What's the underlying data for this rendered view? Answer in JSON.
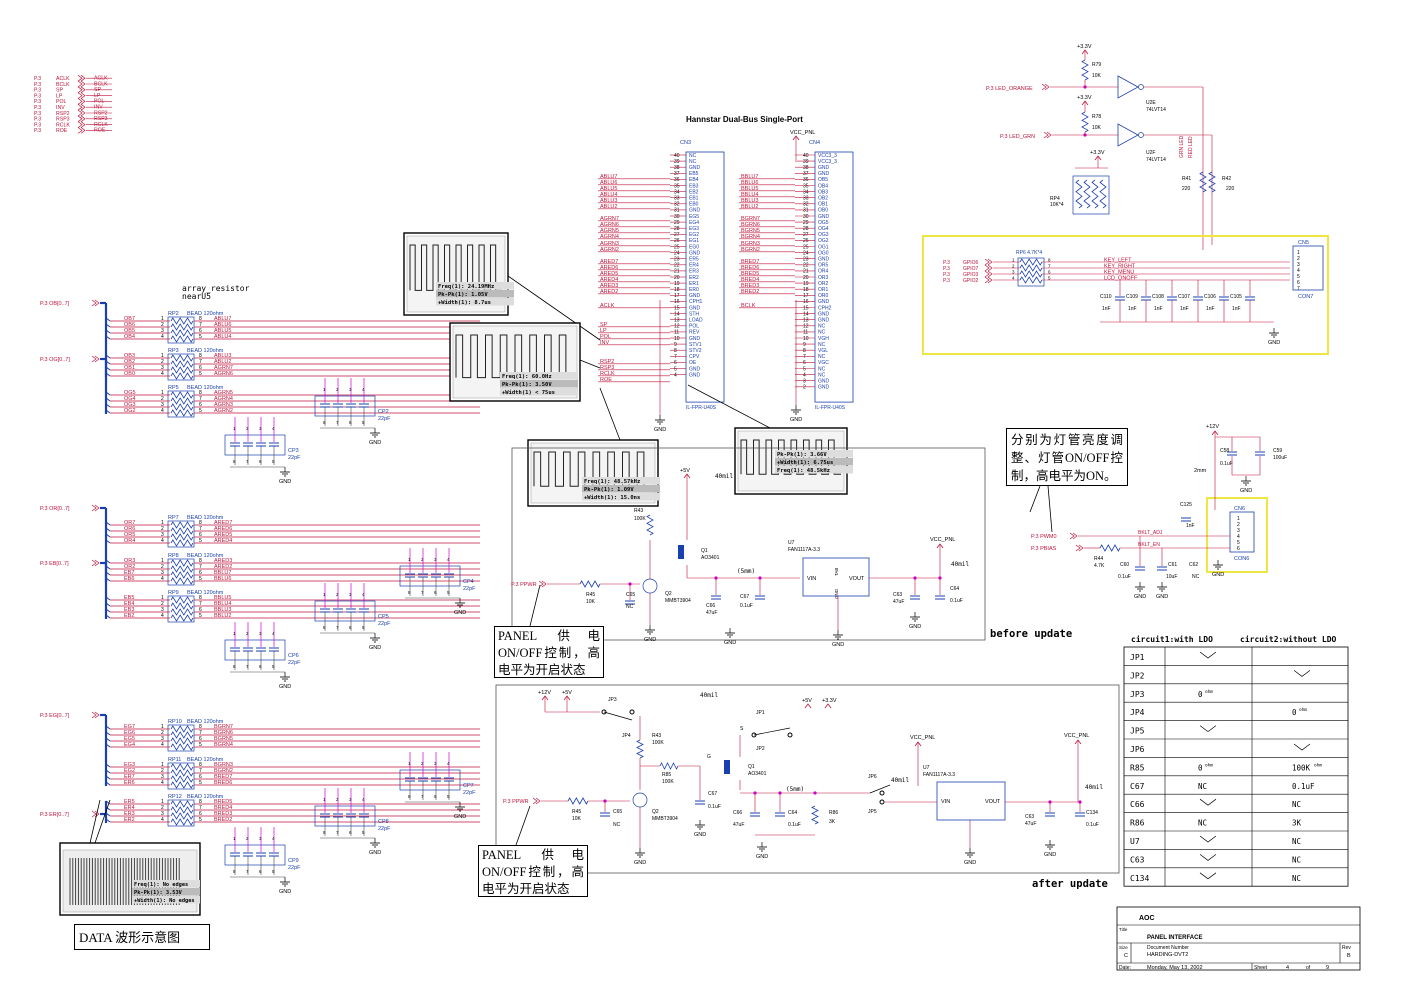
{
  "title": "Hannstar Dual-Bus Single-Port",
  "top_left_signals": [
    {
      "page": "P.3",
      "name": "ACLK",
      "bus": "ACLK"
    },
    {
      "page": "P.3",
      "name": "BCLK",
      "bus": "BCLK"
    },
    {
      "page": "P.3",
      "name": "SP",
      "bus": "SP"
    },
    {
      "page": "P.3",
      "name": "LP",
      "bus": "LP"
    },
    {
      "page": "P.3",
      "name": "POL",
      "bus": "POL"
    },
    {
      "page": "P.3",
      "name": "INV",
      "bus": "INV"
    },
    {
      "page": "P.3",
      "name": "RSP2",
      "bus": "RSP2"
    },
    {
      "page": "P.3",
      "name": "RSP3",
      "bus": "RSP3"
    },
    {
      "page": "P.3",
      "name": "RCLK",
      "bus": "RCLK"
    },
    {
      "page": "P.3",
      "name": "ROE",
      "bus": "ROE"
    }
  ],
  "array_label": "array_resistor",
  "array_sub": "nearU5",
  "buses": [
    {
      "label": "P.3  OB[0..7]",
      "groups": [
        {
          "rp": "RP2",
          "bead": "BEAD 120ohm",
          "in": [
            "OB7",
            "OB6",
            "OB5",
            "OB4"
          ],
          "out": [
            "ABLU7",
            "ABLU6",
            "ABLU5",
            "ABLU4"
          ]
        },
        {
          "rp": "RP3",
          "bead": "BEAD 120ohm",
          "in": [
            "OB3",
            "OB2",
            "OB1",
            "OB0"
          ],
          "out": [
            "ABLU3",
            "ABLU2",
            "AGRN7",
            "AGRN6"
          ]
        }
      ]
    },
    {
      "label": "P.3  OG[0..7]",
      "groups": [
        {
          "rp": "RP5",
          "bead": "BEAD 120ohm",
          "in": [
            "OG5",
            "OG4",
            "OG3",
            "OG2"
          ],
          "out": [
            "AGRN5",
            "AGRN4",
            "AGRN3",
            "AGRN2"
          ]
        }
      ]
    },
    {
      "label": "P.3  OR[0..7]",
      "groups": [
        {
          "rp": "RP7",
          "bead": "BEAD 120ohm",
          "in": [
            "OR7",
            "OR6",
            "OR5",
            "OR4"
          ],
          "out": [
            "ARED7",
            "ARED6",
            "ARED5",
            "ARED4"
          ]
        },
        {
          "rp": "RP8",
          "bead": "BEAD 120ohm",
          "in": [
            "OR3",
            "OR2",
            "EB7",
            "EB6"
          ],
          "out": [
            "ARED3",
            "ARED2",
            "BBLU7",
            "BBLU6"
          ]
        }
      ]
    },
    {
      "label": "P.3  EB[0..7]",
      "groups": [
        {
          "rp": "RP9",
          "bead": "BEAD 120ohm",
          "in": [
            "EB5",
            "EB4",
            "EB3",
            "EB2"
          ],
          "out": [
            "BBLU5",
            "BBLU4",
            "BBLU3",
            "BBLU2"
          ]
        }
      ]
    },
    {
      "label": "P.3  EG[0..7]",
      "groups": [
        {
          "rp": "RP10",
          "bead": "BEAD 120ohm",
          "in": [
            "EG7",
            "EG6",
            "EG5",
            "EG4"
          ],
          "out": [
            "BGRN7",
            "BGRN6",
            "BGRN5",
            "BGRN4"
          ]
        },
        {
          "rp": "RP11",
          "bead": "BEAD 120ohm",
          "in": [
            "EG3",
            "EG2",
            "ER7",
            "ER6"
          ],
          "out": [
            "BGRN3",
            "BGRN2",
            "BRED7",
            "BRED6"
          ]
        }
      ]
    },
    {
      "label": "P.3  ER[0..7]",
      "groups": [
        {
          "rp": "RP12",
          "bead": "BEAD 120ohm",
          "in": [
            "ER5",
            "ER4",
            "ER3",
            "ER2"
          ],
          "out": [
            "BRED5",
            "BRED4",
            "BRED3",
            "BRED2"
          ]
        }
      ]
    }
  ],
  "caps": [
    {
      "ref": "CP2",
      "val": "22pF"
    },
    {
      "ref": "CP3",
      "val": "22pF"
    },
    {
      "ref": "CP4",
      "val": "22pF"
    },
    {
      "ref": "CP5",
      "val": "22pF"
    },
    {
      "ref": "CP6",
      "val": "22pF"
    },
    {
      "ref": "CP7",
      "val": "22pF"
    },
    {
      "ref": "CP8",
      "val": "22pF"
    },
    {
      "ref": "CP9",
      "val": "22pF"
    }
  ],
  "gnd": "GND",
  "cn3": {
    "ref": "CN3",
    "part": "IL-FPR-U40S",
    "pins": [
      "NC",
      "NC",
      "GND",
      "EB5",
      "EB4",
      "EB3",
      "EB2",
      "EB1",
      "EB0",
      "GND",
      "EG5",
      "EG4",
      "EG3",
      "EG2",
      "EG1",
      "EG0",
      "GND",
      "ER5",
      "ER4",
      "ER3",
      "ER2",
      "ER1",
      "ER0",
      "GND",
      "CPH1",
      "GND",
      "STH",
      "LOAD",
      "POL",
      "REV",
      "GND",
      "STV1",
      "STV2",
      "CPV",
      "OE",
      "GND",
      "GND"
    ],
    "nets": [
      "ABLU7",
      "ABLU6",
      "ABLU5",
      "ABLU4",
      "ABLU3",
      "ABLU2",
      "AGRN7",
      "AGRN6",
      "AGRN5",
      "AGRN4",
      "AGRN3",
      "AGRN2",
      "ARED7",
      "ARED6",
      "ARED5",
      "ARED4",
      "ARED3",
      "ARED2",
      "ACLK",
      "SP",
      "LP",
      "POL",
      "INV",
      "RSP2",
      "RSP3",
      "RCLK",
      "ROE"
    ]
  },
  "cn4": {
    "ref": "CN4",
    "part": "IL-FPR-U40S",
    "top": "VCC_PNL",
    "pins": [
      "VCC3_3",
      "VCC3_3",
      "GND",
      "GND",
      "OB5",
      "OB4",
      "OB3",
      "OB2",
      "OB1",
      "OB0",
      "GND",
      "OG5",
      "OG4",
      "OG3",
      "OG2",
      "OG1",
      "OG0",
      "GND",
      "OR5",
      "OR4",
      "OR3",
      "OR2",
      "OR1",
      "OR0",
      "GND",
      "CPH2",
      "GND",
      "GND",
      "NC",
      "NC",
      "VGH",
      "NC",
      "VGL",
      "NC",
      "VGC",
      "NC",
      "NC",
      "GND",
      "GND"
    ],
    "nets": [
      "BBLU7",
      "BBLU6",
      "BBLU5",
      "BBLU4",
      "BBLU3",
      "BBLU2",
      "BGRN7",
      "BGRN6",
      "BGRN5",
      "BGRN4",
      "BGRN3",
      "BGRN2",
      "BRED7",
      "BRED6",
      "BRED5",
      "BRED4",
      "BRED3",
      "BRED2",
      "BCLK"
    ]
  },
  "scope1": {
    "freq": "Freq(1): 24.19MHz",
    "pkpk": "Pk-Pk(1): 1.05V",
    "width": "+Width(1): 8.7us"
  },
  "scope2": {
    "freq": "Freq(1): 60.0Hz",
    "pkpk": "Pk-Pk(1): 3.50V",
    "width": "+Width(1) < 75us"
  },
  "scope3": {
    "freq": "Freq(1): 48.57kHz",
    "pkpk": "Pk-Pk(1): 1.09V",
    "width": "+Width(1): 15.0ns"
  },
  "scope4": {
    "pkpk": "Pk-Pk(1): 3.66V",
    "width": "+Width(1): 6.75us",
    "freq": "Freq(1): 48.5kHz"
  },
  "scope5": {
    "freq": "Freq(1): No edges",
    "pkpk": "Pk-Pk(1): 3.53V",
    "width": "+Width(1): No edges"
  },
  "data_wave_note": "DATA 波形示意图",
  "panel_note": "PANEL 供电ON/OFF控制，高电平为开启状态",
  "lamp_note": "分别为灯管亮度调整、灯管ON/OFF控制，高电平为ON。",
  "before_label": "before update",
  "after_label": "after update",
  "power_before": {
    "plus5": "+5V",
    "r43": "R43",
    "r43v": "100K",
    "q1": "Q1",
    "q1p": "AO3401",
    "q2": "Q2",
    "q2p": "MMBT3904",
    "r45": "R45",
    "r45v": "10K",
    "c65": "C65",
    "c65v": "NC",
    "c66": "C66",
    "c66v": "47uF",
    "c67": "C67",
    "c67v": "0.1uF",
    "u7": "U7",
    "u7p": "FAN1117A-3.3",
    "vin": "VIN",
    "vout": "VOUT",
    "gnd_pin": "GND",
    "tab": "TAB",
    "c63": "C63",
    "c63v": "47uF",
    "c64": "C64",
    "c64v": "0.1uF",
    "vcc": "VCC_PNL",
    "mil": "40mil",
    "mm": "(5mm)",
    "ppwr": "P.3  PPWR"
  },
  "power_after": {
    "p12": "+12V",
    "p5": "+5V",
    "jp3": "JP3",
    "jp4": "JP4",
    "jp1": "JP1",
    "jp2": "JP2",
    "jp6": "JP6",
    "jp5": "JP5",
    "p5b": "+5V",
    "p33": "+3.3V",
    "r43": "R43",
    "r43v": "100K",
    "r85": "R85",
    "r85v": "100K",
    "q1": "Q1",
    "q1p": "AO3401",
    "q2": "Q2",
    "q2p": "MMBT3904",
    "r45": "R45",
    "r45v": "10K",
    "c65": "C65",
    "c65v": "NC",
    "c67": "C67",
    "c67v": "0.1uF",
    "c66": "C66",
    "c66v": "47uF",
    "c64": "C64",
    "c64v": "0.1uF",
    "r86": "R86",
    "r86v": "3K",
    "u7": "U7",
    "u7p": "FAN1117A-3.3",
    "c63": "C63",
    "c63v": "47uF",
    "c134": "C134",
    "c134v": "0.1uF",
    "vcc": "VCC_PNL",
    "mil": "40mil",
    "mm": "(5mm)",
    "ppwr": "P.3  PPWR"
  },
  "led": {
    "p33": "+3.3V",
    "r79": "R79",
    "r79v": "10K",
    "r78": "R78",
    "r78v": "10K",
    "u2e": "U2E",
    "u2f": "U2F",
    "part": "74LVT14",
    "orange": "P.3  LED_ORANGE",
    "green": "P.3  LED_GRN",
    "r41": "R41",
    "r41v": "220",
    "r42": "R42",
    "r42v": "220",
    "grn_led": "GRN LED",
    "red_led": "RED LED"
  },
  "keys": {
    "rp4": "RP4",
    "rp4v": "10K*4",
    "rp6": "RP6 4.7K*4",
    "p33": "+3.3V",
    "rows": [
      {
        "gpio": "GPIO6",
        "net": "KEY_LEFT"
      },
      {
        "gpio": "GPIO7",
        "net": "KEY_RIGHT"
      },
      {
        "gpio": "GPIO3",
        "net": "KEY_MENU"
      },
      {
        "gpio": "GPIO2",
        "net": "LCD_ONOFF"
      }
    ],
    "caps": [
      "C110",
      "C109",
      "C108",
      "C107",
      "C106",
      "C105"
    ],
    "capv": "1nF",
    "con": "CN5",
    "con2": "CON7"
  },
  "backlight": {
    "p12": "+12V",
    "c58": "C58",
    "c58v": "0.1uF",
    "c59": "C59",
    "c59v": "100uF",
    "mm": "2mm",
    "c125": "C125",
    "c125v": "1nF",
    "pwm": "P.3  PWM0",
    "pbias": "P.3  PBIAS",
    "r44": "R44",
    "r44v": "4.7K",
    "adj": "BKLT_ADJ",
    "en": "BKLT_EN",
    "c60": "C60",
    "c60v": "0.1uF",
    "c61": "C61",
    "c61v": "10uF",
    "c62": "C62",
    "c62v": "NC",
    "con": "CN6",
    "con2": "CON6"
  },
  "table": {
    "headers": [
      "circuit1:with LDO",
      "circuit2:without LDO"
    ],
    "rows": [
      {
        "ref": "JP1",
        "c1": "✓",
        "c2": ""
      },
      {
        "ref": "JP2",
        "c1": "",
        "c2": "✓"
      },
      {
        "ref": "JP3",
        "c1": "0 ohm",
        "c2": ""
      },
      {
        "ref": "JP4",
        "c1": "",
        "c2": "0 ohm"
      },
      {
        "ref": "JP5",
        "c1": "✓",
        "c2": ""
      },
      {
        "ref": "JP6",
        "c1": "",
        "c2": "✓"
      },
      {
        "ref": "R85",
        "c1": "0 ohm",
        "c2": "100K ohm"
      },
      {
        "ref": "C67",
        "c1": "NC",
        "c2": "0.1uF"
      },
      {
        "ref": "C66",
        "c1": "✓",
        "c2": "NC"
      },
      {
        "ref": "R86",
        "c1": "NC",
        "c2": "3K"
      },
      {
        "ref": "U7",
        "c1": "✓",
        "c2": "NC"
      },
      {
        "ref": "C63",
        "c1": "✓",
        "c2": "NC"
      },
      {
        "ref": "C134",
        "c1": "✓",
        "c2": "NC"
      }
    ]
  },
  "titleblock": {
    "company": "AOC",
    "title_lbl": "Title",
    "title": "PANEL INTERFACE",
    "size_lbl": "Size",
    "size": "C",
    "docnum_lbl": "Document Number",
    "docnum": "HARDING-DVT2",
    "rev_lbl": "Rev",
    "rev": "B",
    "date_lbl": "Date:",
    "date": "Monday, May 13, 2002",
    "sheet_lbl": "Sheet",
    "sheet": "4",
    "of_lbl": "of",
    "of": "9"
  },
  "colors": {
    "wire": "#c0143c",
    "bus": "#1a3fb0",
    "part": "#1a3fb0",
    "net": "#c0143c",
    "node": "#d000d0",
    "hl": "#f0e640"
  }
}
